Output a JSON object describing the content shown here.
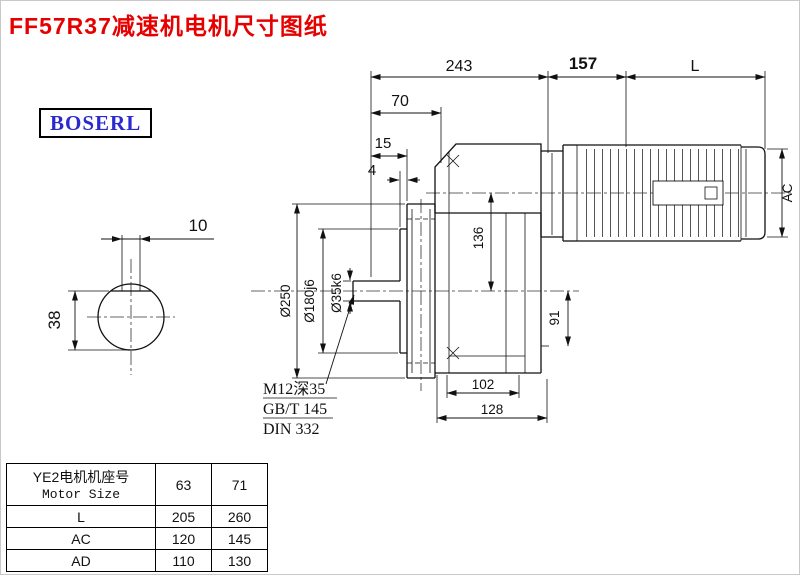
{
  "title": "FF57R37减速机电机尺寸图纸",
  "brand": "BOSERL",
  "dims": {
    "total_243": "243",
    "motor_157": "157",
    "motor_L": "L",
    "len_70": "70",
    "len_15": "15",
    "len_4": "4",
    "key_width_10": "10",
    "key_height_38": "38",
    "flange_dia": "Ø250",
    "spigot_dia": "Ø180j6",
    "shaft_dia": "Ø35k6",
    "center_136": "136",
    "bottom_91": "91",
    "motor_AC": "AC",
    "foot_102": "102",
    "foot_128": "128"
  },
  "notes": {
    "tap_hole": "M12深35",
    "std_gb": "GB/T 145",
    "std_din": "DIN 332"
  },
  "table": {
    "header": {
      "title_cn": "YE2电机机座号",
      "title_en": "Motor Size",
      "sizes": [
        "63",
        "71"
      ]
    },
    "rows": [
      {
        "label": "L",
        "values": [
          "205",
          "260"
        ]
      },
      {
        "label": "AC",
        "values": [
          "120",
          "145"
        ]
      },
      {
        "label": "AD",
        "values": [
          "110",
          "130"
        ]
      }
    ]
  },
  "colors": {
    "title_red": "#e60000",
    "brand_blue": "#2a2ad0",
    "line": "#111111"
  }
}
